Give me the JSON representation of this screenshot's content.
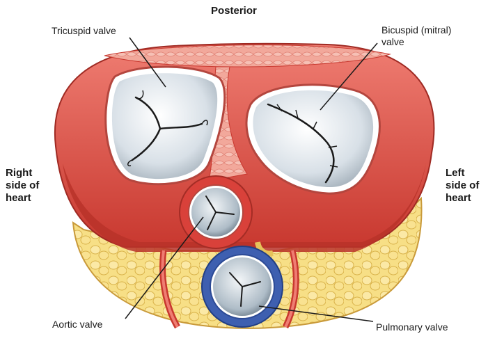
{
  "diagram": {
    "orientation_top": "Posterior",
    "side_left": [
      "Right",
      "side of",
      "heart"
    ],
    "side_right": [
      "Left",
      "side of",
      "heart"
    ],
    "labels": {
      "tricuspid": "Tricuspid valve",
      "bicuspid": [
        "Bicuspid (mitral)",
        "valve"
      ],
      "aortic": "Aortic valve",
      "pulmonary": "Pulmonary valve"
    },
    "colors": {
      "muscle": "#e2544a",
      "muscle_dark": "#c8382f",
      "muscle_light": "#f08a80",
      "fat": "#f6dc7a",
      "fat_outline": "#d9b24a",
      "valve_fill": "#dfe6ec",
      "valve_ring": "#ffffff",
      "aortic_ring": "#d9413a",
      "pulmonary_ring": "#3e5fb0",
      "leader": "#1a1a1a"
    }
  }
}
